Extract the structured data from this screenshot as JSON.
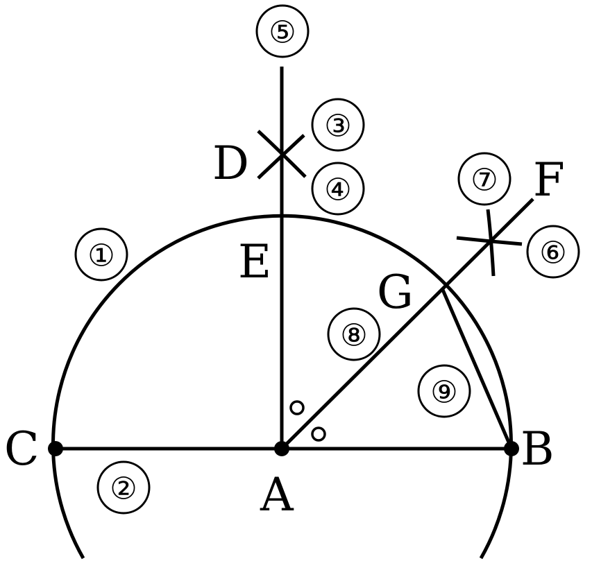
{
  "points": {
    "A": "A",
    "B": "B",
    "C": "C",
    "D": "D",
    "E": "E",
    "F": "F",
    "G": "G"
  },
  "steps": [
    "①",
    "②",
    "③",
    "④",
    "⑤",
    "⑥",
    "⑦",
    "⑧",
    "⑨"
  ]
}
